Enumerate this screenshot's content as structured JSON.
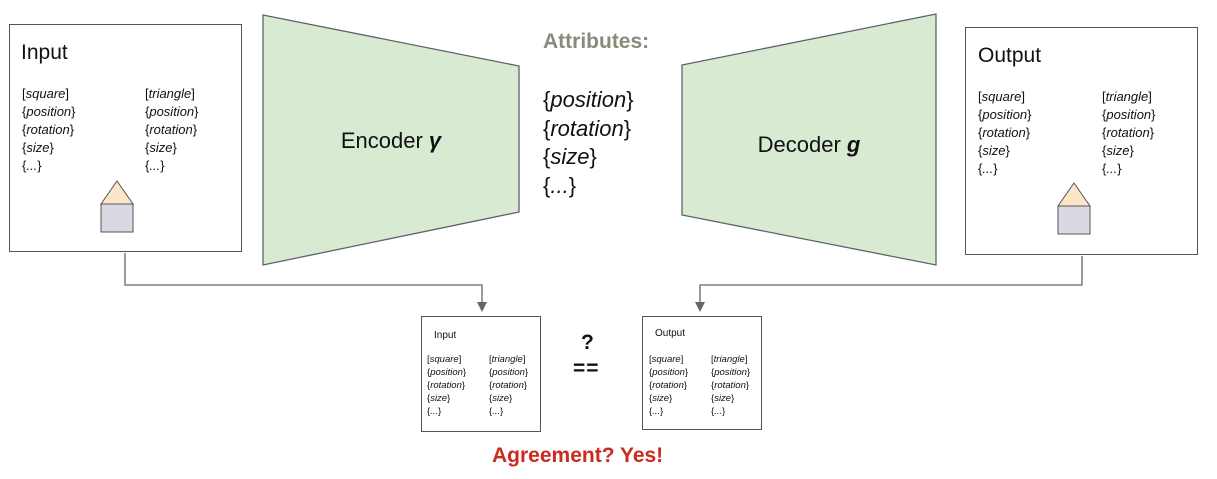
{
  "input_panel": {
    "title": "Input",
    "col1": [
      {
        "open": "[",
        "word": "square",
        "close": "]"
      },
      {
        "open": "{",
        "word": "position",
        "close": "}"
      },
      {
        "open": "{",
        "word": "rotation",
        "close": "}"
      },
      {
        "open": "{",
        "word": "size",
        "close": "}"
      },
      {
        "open": "{",
        "word": "...",
        "close": "}"
      }
    ],
    "col2": [
      {
        "open": "[",
        "word": "triangle",
        "close": "]"
      },
      {
        "open": "{",
        "word": "position",
        "close": "}"
      },
      {
        "open": "{",
        "word": "rotation",
        "close": "}"
      },
      {
        "open": "{",
        "word": "size",
        "close": "}"
      },
      {
        "open": "{",
        "word": "...",
        "close": "}"
      }
    ]
  },
  "output_panel": {
    "title": "Output",
    "col1": [
      {
        "open": "[",
        "word": "square",
        "close": "]"
      },
      {
        "open": "{",
        "word": "position",
        "close": "}"
      },
      {
        "open": "{",
        "word": "rotation",
        "close": "}"
      },
      {
        "open": "{",
        "word": "size",
        "close": "}"
      },
      {
        "open": "{",
        "word": "...",
        "close": "}"
      }
    ],
    "col2": [
      {
        "open": "[",
        "word": "triangle",
        "close": "]"
      },
      {
        "open": "{",
        "word": "position",
        "close": "}"
      },
      {
        "open": "{",
        "word": "rotation",
        "close": "}"
      },
      {
        "open": "{",
        "word": "size",
        "close": "}"
      },
      {
        "open": "{",
        "word": "...",
        "close": "}"
      }
    ]
  },
  "encoder": {
    "label": "Encoder",
    "symbol": "γ"
  },
  "decoder": {
    "label": "Decoder",
    "symbol": "g"
  },
  "attributes": {
    "heading": "Attributes:",
    "items": [
      {
        "open": "{",
        "word": "position",
        "close": "}"
      },
      {
        "open": "{",
        "word": "rotation",
        "close": "}"
      },
      {
        "open": "{",
        "word": "size",
        "close": "}"
      },
      {
        "open": "{",
        "word": "...",
        "close": "}"
      }
    ]
  },
  "compare": {
    "question": "?",
    "equals": "==",
    "result": "Agreement? Yes!"
  },
  "colors": {
    "trapezoid_fill": "#d9ead3",
    "trapezoid_stroke": "#5f6368",
    "heading_gray": "#8a8a7a",
    "result_red": "#cc2a1e",
    "cube_front": "#d9d9e3",
    "roof_fill": "#fbe6c8",
    "connector": "#666666"
  }
}
